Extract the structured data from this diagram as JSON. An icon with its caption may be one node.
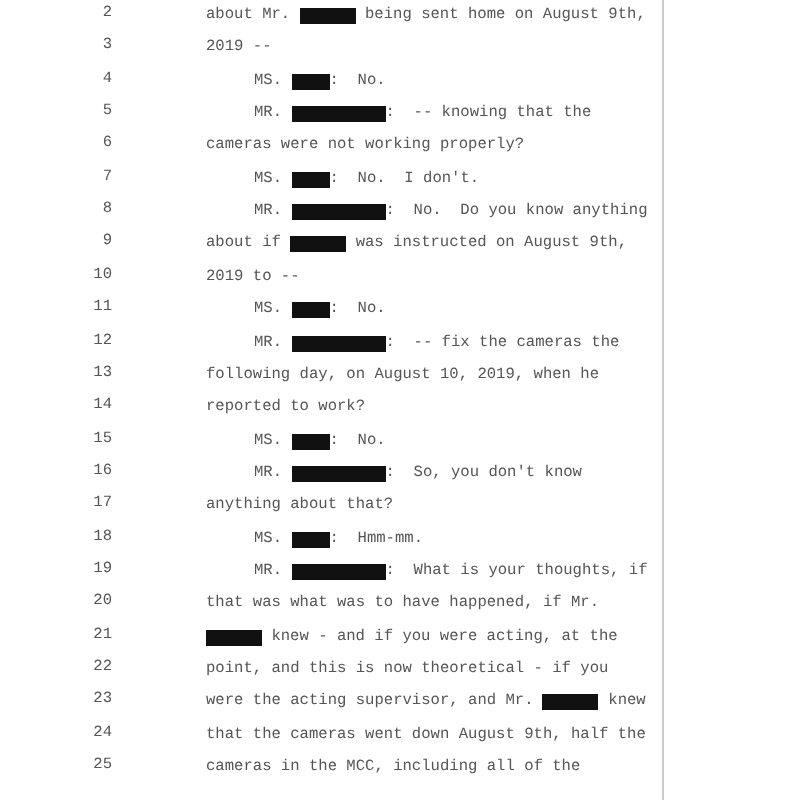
{
  "diagram": {
    "labels": [
      "2",
      "about Mr.",
      "being sent home on August 9th,",
      "3",
      "2019 --",
      "4",
      "MS.",
      ":  No.",
      "5",
      "MR.",
      ":  -- knowing that the",
      "6",
      "cameras were not working properly?",
      "7",
      "MS.",
      ":  No.  I don't.",
      "8",
      "MR.",
      ":  No.  Do you know anything",
      "9",
      "about if",
      "was instructed on August 9th,",
      "10",
      "2019 to --",
      "11",
      "MS.",
      ":  No.",
      "12",
      "MR.",
      ":  -- fix the cameras the",
      "13",
      "following day, on August 10, 2019, when he",
      "14",
      "reported to work?",
      "15",
      "MS.",
      ":  No.",
      "16",
      "MR.",
      ":  So, you don't know",
      "17",
      "anything about that?",
      "18",
      "MS.",
      ":  Hmm-mm.",
      "19",
      "MR.",
      ":  What is your thoughts, if",
      "20",
      "that was what was to have happened, if Mr.",
      "21",
      "knew - and if you were acting, at the",
      "22",
      "point, and this is now theoretical - if you",
      "23",
      "were the acting supervisor, and Mr.",
      "knew",
      "24",
      "that the cameras went down August 9th, half the",
      "25",
      "cameras in the MCC, including all of the"
    ]
  }
}
